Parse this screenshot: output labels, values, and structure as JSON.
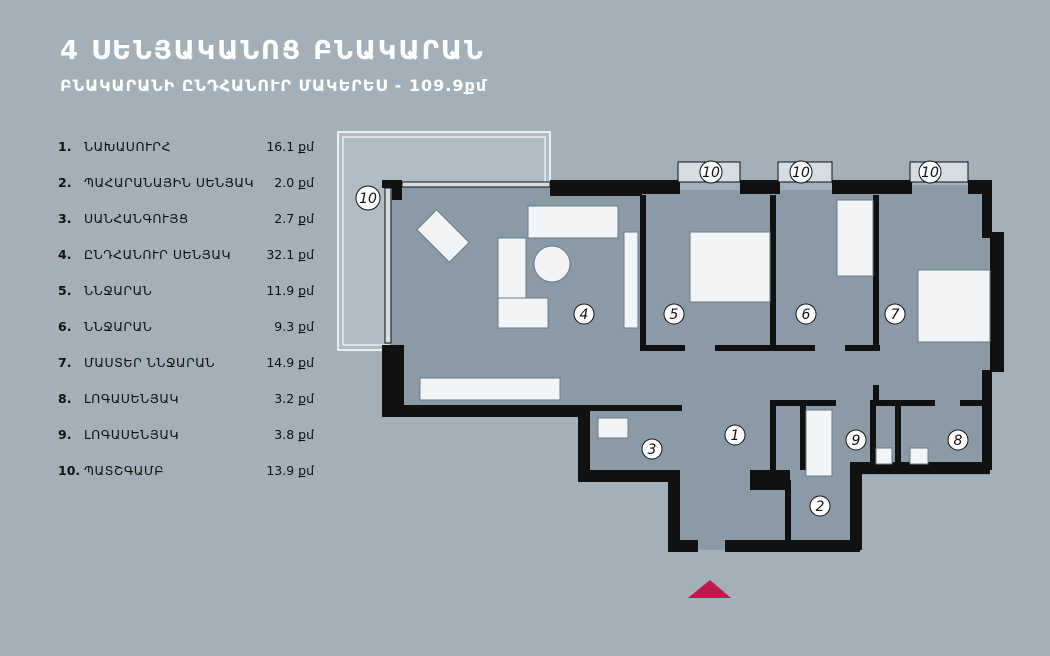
{
  "header": {
    "title": "4 ՍԵՆՅԱԿԱՆՈՑ ԲՆԱԿԱՐԱՆ",
    "subtitle": "ԲՆԱԿԱՐԱՆԻ ԸՆԴՀԱՆՈՒՐ ՄԱԿԵՐԵՍ - 109.9քմ"
  },
  "rooms": [
    {
      "num": "1.",
      "name": "ՆԱԽԱՍՈՒՐՀ",
      "area": "16.1 քմ"
    },
    {
      "num": "2.",
      "name": "ՊԱՀԱՐԱՆԱՅԻՆ ՍԵՆՅԱԿ",
      "area": "2.0 քմ"
    },
    {
      "num": "3.",
      "name": "ՍԱՆՀԱՆԳՈՒՅՑ",
      "area": "2.7 քմ"
    },
    {
      "num": "4.",
      "name": "ԸՆԴՀԱՆՈՒՐ ՍԵՆՅԱԿ",
      "area": "32.1 քմ"
    },
    {
      "num": "5.",
      "name": "ՆՆՋԱՐԱՆ",
      "area": "11.9 քմ"
    },
    {
      "num": "6.",
      "name": "ՆՆՋԱՐԱՆ",
      "area": "9.3 քմ"
    },
    {
      "num": "7.",
      "name": "ՄԱՍՏԵՐ ՆՆՋԱՐԱՆ",
      "area": "14.9 քմ"
    },
    {
      "num": "8.",
      "name": "ԼՈԳԱՍԵՆՅԱԿ",
      "area": "3.2 քմ"
    },
    {
      "num": "9.",
      "name": "ԼՈԳԱՍԵՆՅԱԿ",
      "area": "3.8 քմ"
    },
    {
      "num": "10.",
      "name": "ՊԱՏՇԳԱՄԲ",
      "area": "13.9 քմ"
    }
  ],
  "plan": {
    "labels": {
      "r1": "1",
      "r2": "2",
      "r3": "3",
      "r4": "4",
      "r5": "5",
      "r6": "6",
      "r7": "7",
      "r8": "8",
      "r9": "9",
      "b1": "10",
      "b2": "10",
      "b3": "10",
      "b4": "10"
    },
    "colors": {
      "floor": "#8a9ba7",
      "wall": "#111111",
      "balcony": "#b0bcc4",
      "furniture": "#f2f4f5",
      "entry_marker": "#c0174d"
    }
  }
}
